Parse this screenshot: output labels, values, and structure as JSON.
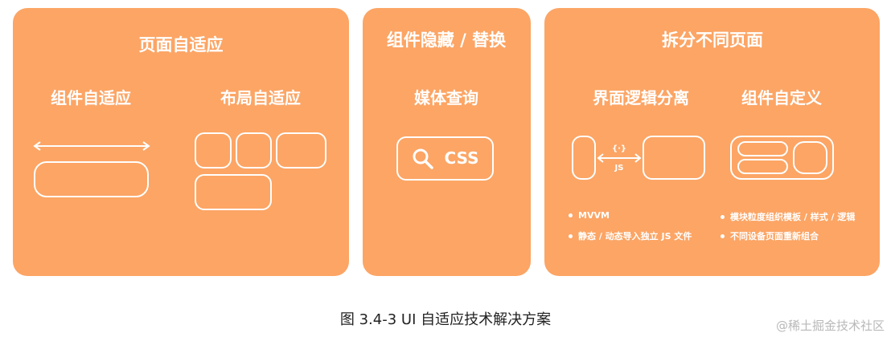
{
  "panel_page": {
    "title": "页面自适应",
    "left_label": "组件自适应",
    "right_label": "布局自适应"
  },
  "panel_component": {
    "title": "组件隐藏 / 替换",
    "label": "媒体查询",
    "search_text": "CSS"
  },
  "panel_split": {
    "title": "拆分不同页面",
    "left_label": "界面逻辑分离",
    "right_label": "组件自定义",
    "code_symbol": "{·}",
    "js_label": "JS",
    "bullets_left": [
      "MVVM",
      "静态 / 动态导入独立 JS 文件"
    ],
    "bullets_right": [
      "模块粒度组织模板 / 样式 / 逻辑",
      "不同设备页面重新组合"
    ]
  },
  "caption": "图 3.4-3 UI 自适应技术解决方案",
  "watermark": "@稀土掘金技术社区",
  "colors": {
    "panel": "#fca565",
    "foreground": "#ffffff",
    "caption": "#222222"
  }
}
